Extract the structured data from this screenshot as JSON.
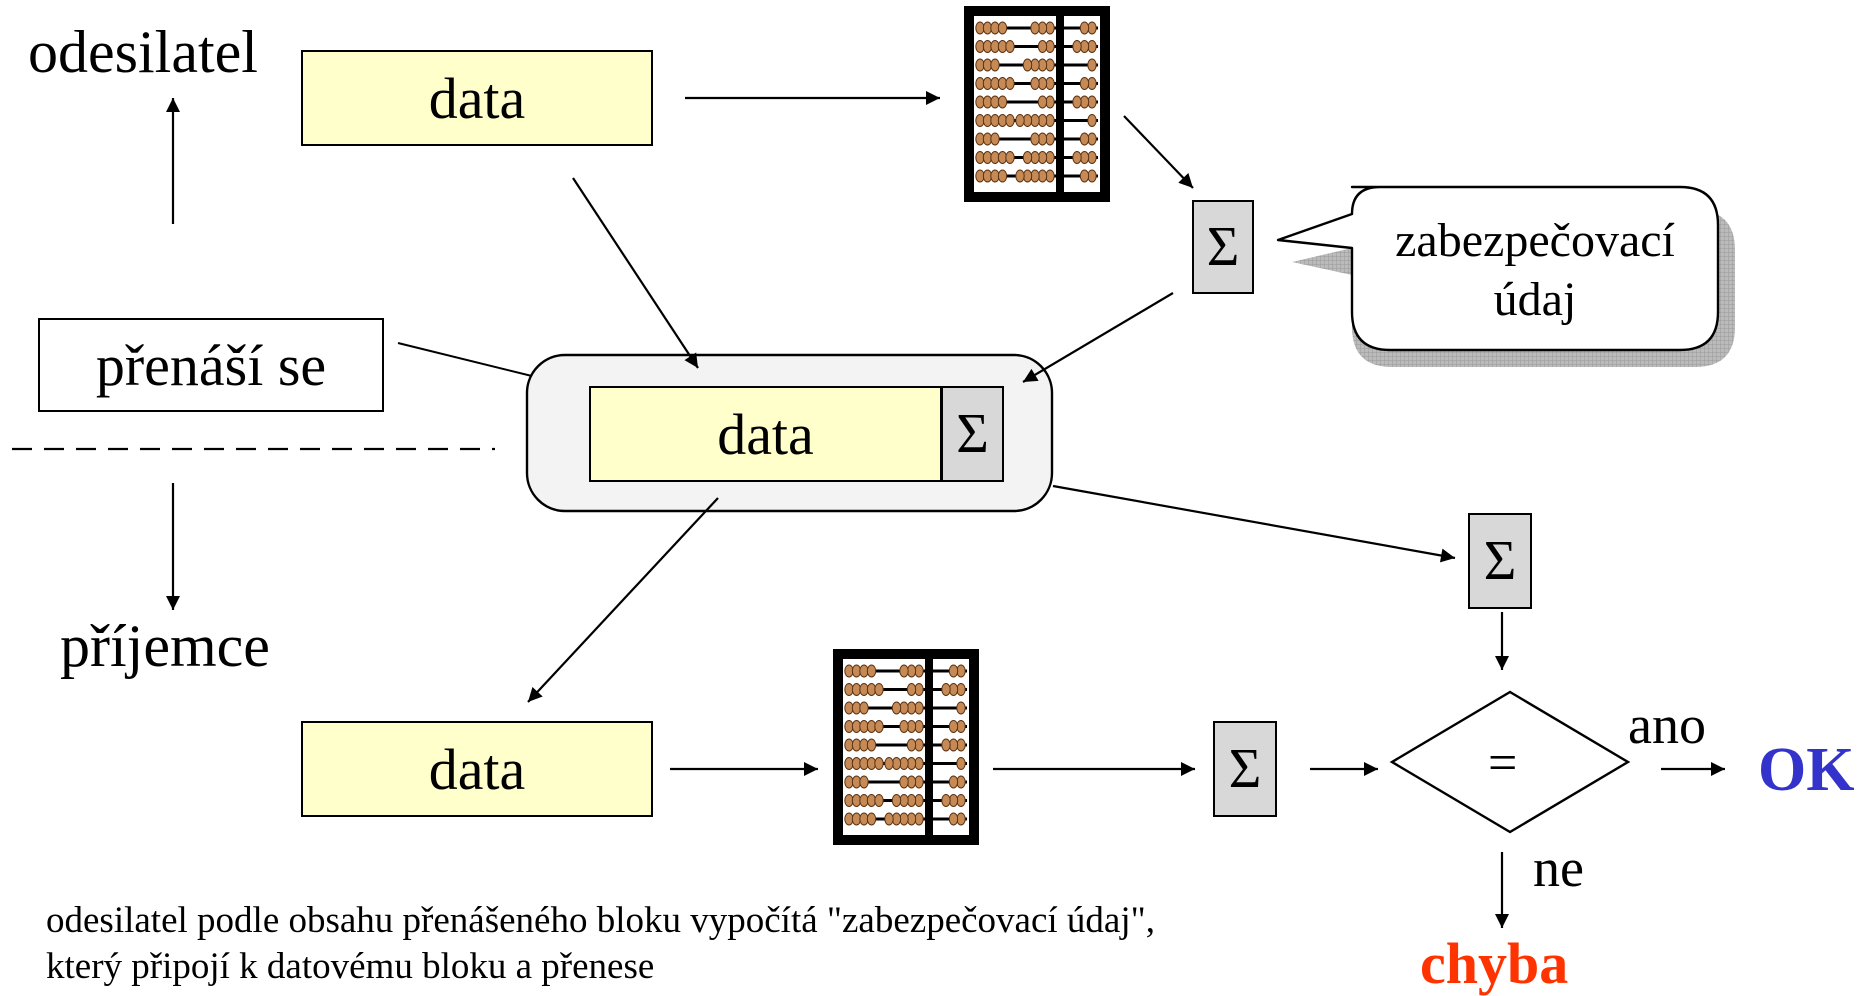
{
  "labels": {
    "sender": "odesilatel",
    "transfers": "přenáší se",
    "receiver": "příjemce",
    "data": "data",
    "sigma": "Σ",
    "checksum_bubble": "zabezpečovací\núdaj",
    "equals": "=",
    "yes": "ano",
    "no": "ne",
    "ok": "OK",
    "error": "chyba"
  },
  "caption": {
    "line1": "odesilatel podle obsahu přenášeného bloku vypočítá \"zabezpečovací údaj\",",
    "line2": "který připojí k datovému bloku a přenese"
  },
  "colors": {
    "data_fill": "#ffffcc",
    "sigma_fill": "#d8d8d8",
    "ok": "#3333cc",
    "error": "#ff3300"
  },
  "icons": {
    "calculator": "abacus-icon"
  }
}
